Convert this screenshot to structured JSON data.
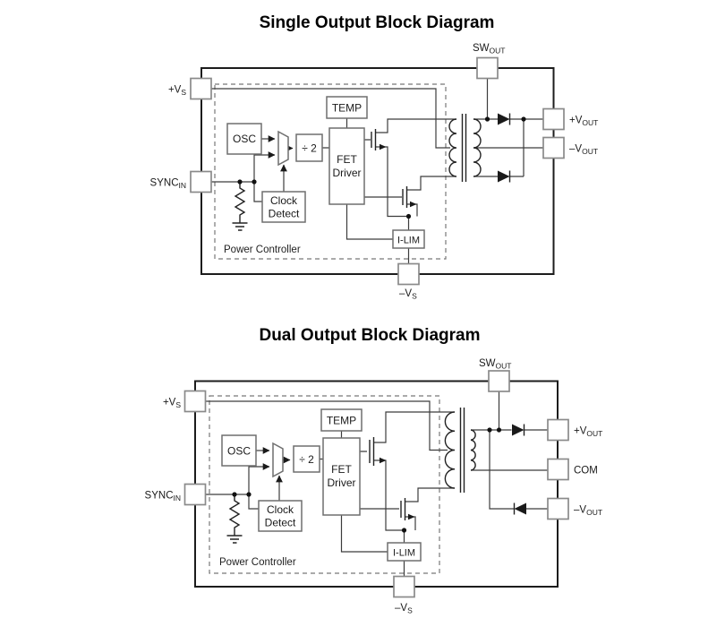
{
  "titles": {
    "single": "Single Output Block Diagram",
    "dual": "Dual Output Block Diagram"
  },
  "colors": {
    "line": "#1a1a1a",
    "box_stroke": "#6f6f6f",
    "text": "#111111",
    "background": "#ffffff"
  },
  "single": {
    "pins": {
      "vs_plus": {
        "text": "+V",
        "sub": "S"
      },
      "sync_in": {
        "text": "SYNC",
        "sub": "IN"
      },
      "sw_out": {
        "text": "SW",
        "sub": "OUT"
      },
      "vout_plus": {
        "text": "+V",
        "sub": "OUT"
      },
      "vout_minus": {
        "text": "–V",
        "sub": "OUT"
      },
      "vs_minus": {
        "text": "–V",
        "sub": "S"
      }
    },
    "blocks": {
      "osc": "OSC",
      "div2": "÷ 2",
      "temp": "TEMP",
      "fet_driver_line1": "FET",
      "fet_driver_line2": "Driver",
      "clock_detect_line1": "Clock",
      "clock_detect_line2": "Detect",
      "ilim": "I-LIM",
      "power_controller": "Power Controller"
    }
  },
  "dual": {
    "pins": {
      "vs_plus": {
        "text": "+V",
        "sub": "S"
      },
      "sync_in": {
        "text": "SYNC",
        "sub": "IN"
      },
      "sw_out": {
        "text": "SW",
        "sub": "OUT"
      },
      "vout_plus": {
        "text": "+V",
        "sub": "OUT"
      },
      "com": {
        "text": "COM",
        "sub": ""
      },
      "vout_minus": {
        "text": "–V",
        "sub": "OUT"
      },
      "vs_minus": {
        "text": "–V",
        "sub": "S"
      }
    },
    "blocks": {
      "osc": "OSC",
      "div2": "÷ 2",
      "temp": "TEMP",
      "fet_driver_line1": "FET",
      "fet_driver_line2": "Driver",
      "clock_detect_line1": "Clock",
      "clock_detect_line2": "Detect",
      "ilim": "I-LIM",
      "power_controller": "Power Controller"
    }
  }
}
